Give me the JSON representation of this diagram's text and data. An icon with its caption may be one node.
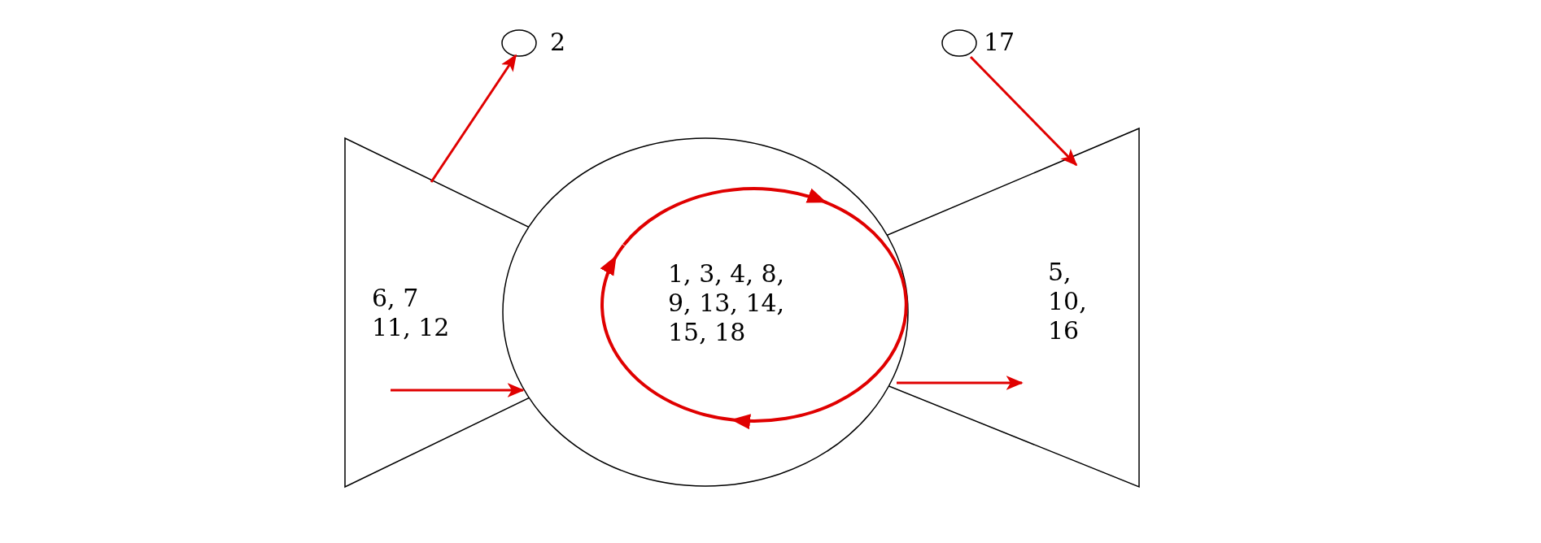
{
  "diagram": {
    "nodes": [
      {
        "text": [],
        "shape": "circle",
        "beside": [
          "2"
        ]
      },
      {
        "text": [],
        "shape": "circle",
        "beside": [
          "17"
        ]
      },
      {
        "text": [
          "6, 7 11, 12"
        ]
      },
      {
        "text": [
          "1, 3, 4, 8, 9, 13, 14, 15, 18"
        ]
      },
      {
        "text": [
          "5, 10, 16"
        ]
      }
    ],
    "edges": [
      {
        "from": 2,
        "to": 0,
        "arrow": "to"
      },
      {
        "from": 1,
        "to": 4,
        "arrow": "to"
      },
      {
        "from": 2,
        "to": 3,
        "arrow": "to"
      },
      {
        "from": 3,
        "to": 4,
        "arrow": "to"
      }
    ]
  }
}
